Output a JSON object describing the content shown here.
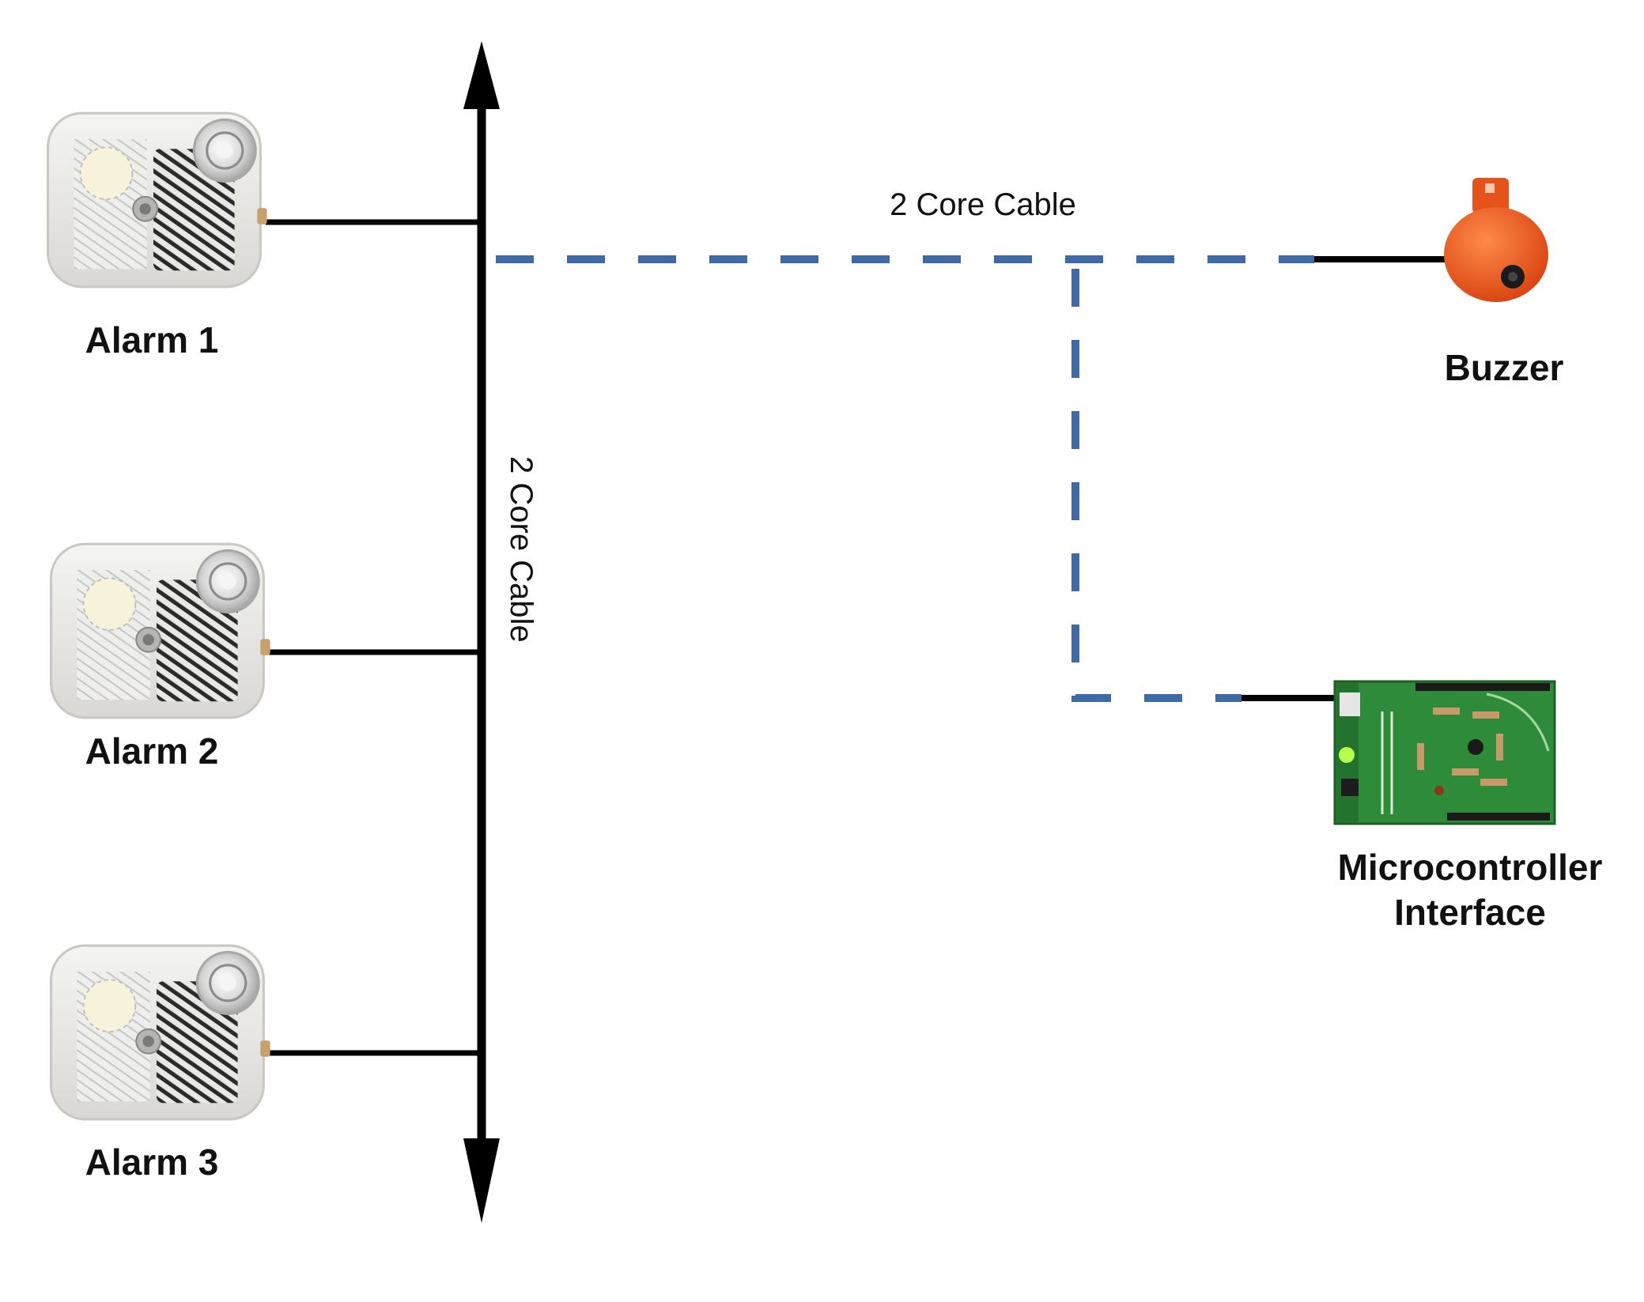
{
  "alarms": [
    {
      "label": "Alarm 1"
    },
    {
      "label": "Alarm 2"
    },
    {
      "label": "Alarm 3"
    }
  ],
  "bus": {
    "label": "2 Core Cable",
    "icon": "double-arrow-icon"
  },
  "signal_cable": {
    "label": "2 Core Cable",
    "color": "#3f6aa8"
  },
  "buzzer": {
    "label": "Buzzer",
    "color": "#f0501e",
    "icon": "buzzer-icon"
  },
  "microcontroller": {
    "label_line1": "Microcontroller",
    "label_line2": "Interface",
    "color": "#2e8b3a",
    "icon": "circuit-board-icon"
  },
  "colors": {
    "wire": "#000000",
    "dashed_cable": "#3f6aa8"
  }
}
